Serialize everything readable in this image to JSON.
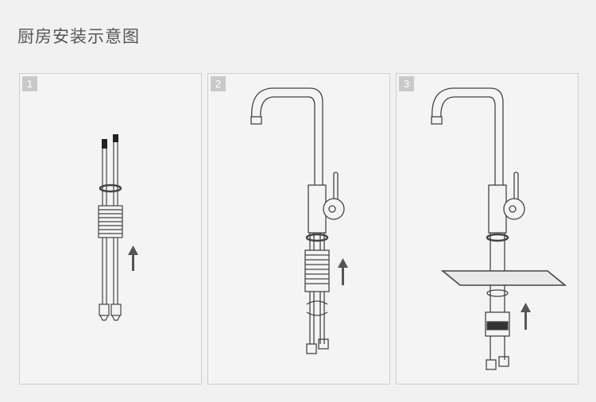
{
  "header": {
    "title": "厨房安装示意图"
  },
  "steps": [
    {
      "number": "1"
    },
    {
      "number": "2"
    },
    {
      "number": "3"
    }
  ]
}
